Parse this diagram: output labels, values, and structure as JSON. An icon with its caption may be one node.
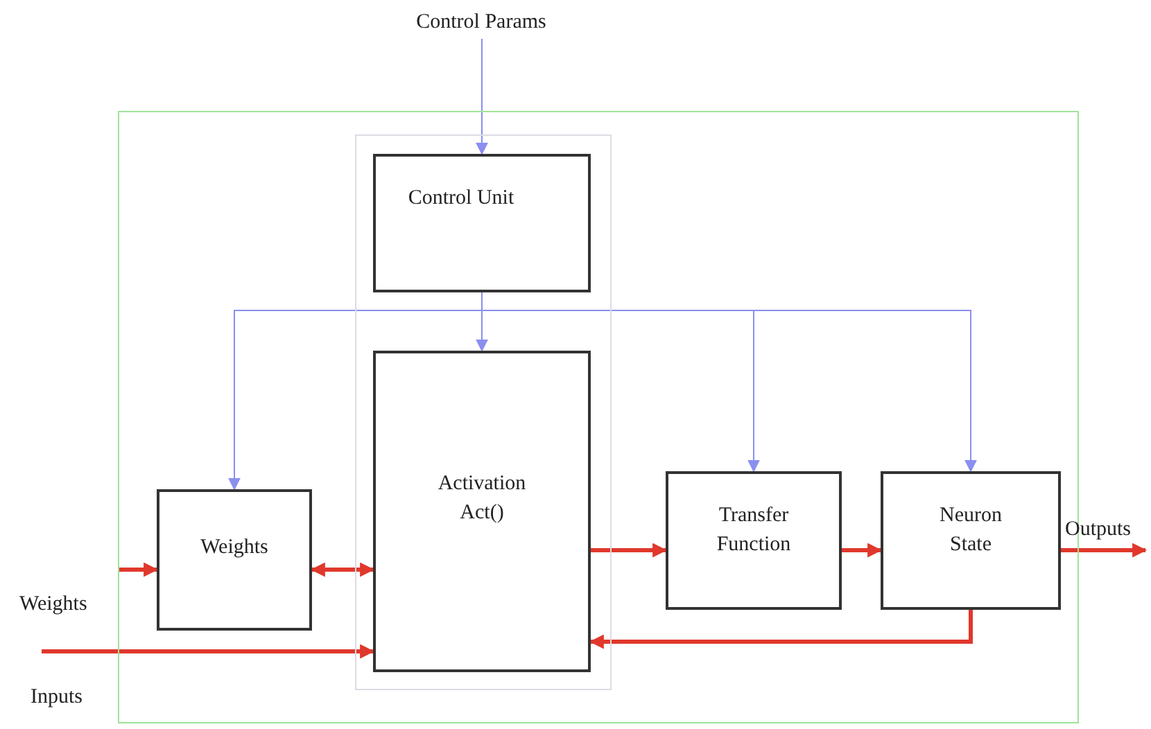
{
  "diagram": {
    "nodes": [
      {
        "text": [],
        "shape": "box"
      },
      {
        "text": [],
        "shape": "box",
        "in": 0
      },
      {
        "text": [
          "Control Unit"
        ],
        "in": 1
      },
      {
        "text": [
          "Activation Act()"
        ],
        "in": 1
      },
      {
        "text": [
          "Weights"
        ],
        "in": 0
      },
      {
        "text": [
          "Transfer Function"
        ],
        "in": 0
      },
      {
        "text": [
          "Neuron State"
        ],
        "in": 0
      },
      {
        "text": [
          "Control Params"
        ]
      }
    ],
    "edges": [
      {
        "from": 7,
        "to": 2,
        "arrow": "to",
        "color": "#8a8ff0"
      },
      {
        "from": 2,
        "to": 3,
        "arrow": "to",
        "color": "#8a8ff0"
      },
      {
        "from": 2,
        "to": 4,
        "arrow": "to",
        "color": "#8a8ff0"
      },
      {
        "from": 2,
        "to": 5,
        "arrow": "to",
        "color": "#8a8ff0"
      },
      {
        "from": 2,
        "to": 6,
        "arrow": "to",
        "color": "#8a8ff0"
      },
      {
        "from": null,
        "to": 4,
        "arrow": "to",
        "label": "Weights"
      },
      {
        "from": 4,
        "to": 3,
        "arrow": "both"
      },
      {
        "from": null,
        "to": 3,
        "arrow": "to",
        "label": "Inputs"
      },
      {
        "from": 3,
        "to": 5,
        "arrow": "to"
      },
      {
        "from": 5,
        "to": 6,
        "arrow": "to"
      },
      {
        "from": 6,
        "to": 3,
        "arrow": "to"
      },
      {
        "from": 6,
        "to": null,
        "arrow": "to",
        "label": "Outputs"
      }
    ]
  }
}
